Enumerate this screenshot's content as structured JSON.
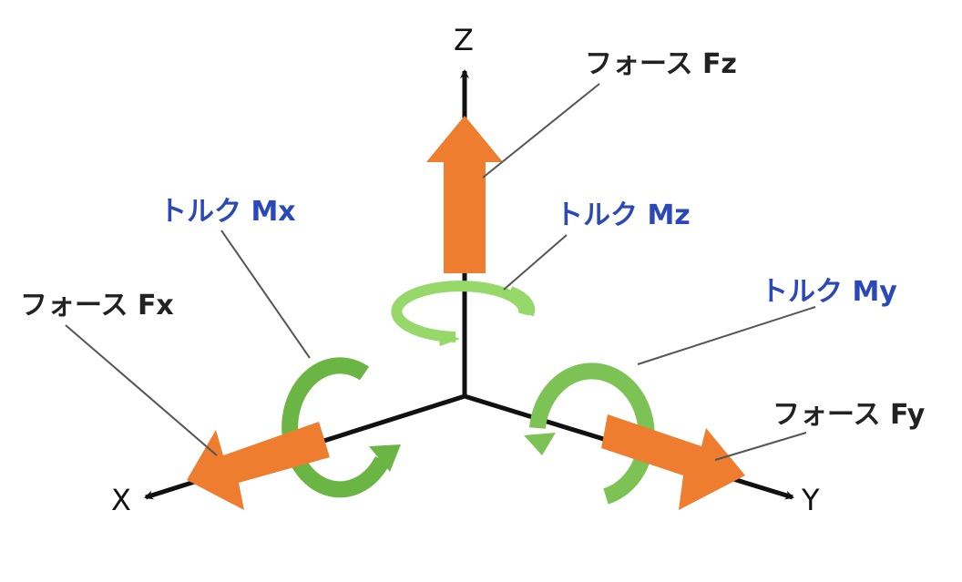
{
  "title": "6-axis force/torque coordinate diagram",
  "axes": {
    "x": {
      "label": "X"
    },
    "y": {
      "label": "Y"
    },
    "z": {
      "label": "Z"
    }
  },
  "forces": {
    "fx": {
      "label": "フォース Fx"
    },
    "fy": {
      "label": "フォース Fy"
    },
    "fz": {
      "label": "フォース Fz"
    }
  },
  "torques": {
    "mx": {
      "label": "トルク Mx"
    },
    "my": {
      "label": "トルク My"
    },
    "mz": {
      "label": "トルク Mz"
    }
  },
  "colors": {
    "force_arrow": "#ee7d30",
    "torque_ring_dark": "#6bb545",
    "torque_ring_light": "#96d96a",
    "torque_text": "#2a48b8",
    "force_text": "#222222",
    "axis_line": "#111111"
  }
}
